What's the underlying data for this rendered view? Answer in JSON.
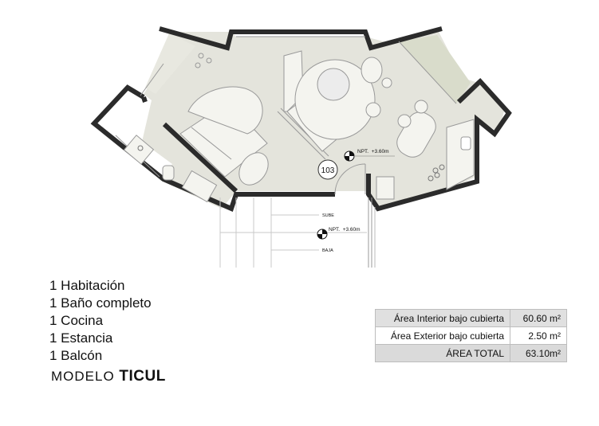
{
  "plan": {
    "unit_number": "103",
    "level_upper": "NPT.  +3.60m",
    "level_lower": "NPT.  +3.60m",
    "stair_up": "SUBE",
    "stair_down": "BAJA"
  },
  "features": [
    "1 Habitación",
    "1 Baño completo",
    "1 Cocina",
    "1 Estancia",
    "1 Balcón"
  ],
  "model": {
    "prefix": "MODELO",
    "name": "TICUL"
  },
  "areas": [
    {
      "label": "Área Interior bajo cubierta",
      "value": "60.60 m²"
    },
    {
      "label": "Área Exterior bajo cubierta",
      "value": "2.50 m²"
    },
    {
      "label": "ÁREA TOTAL",
      "value": "63.10m²"
    }
  ],
  "colors": {
    "wall": "#2b2b2b",
    "floor": "#e4e4dc",
    "balcony": "#d9dccb",
    "furniture": "#f4f4ef",
    "line": "#999999"
  }
}
